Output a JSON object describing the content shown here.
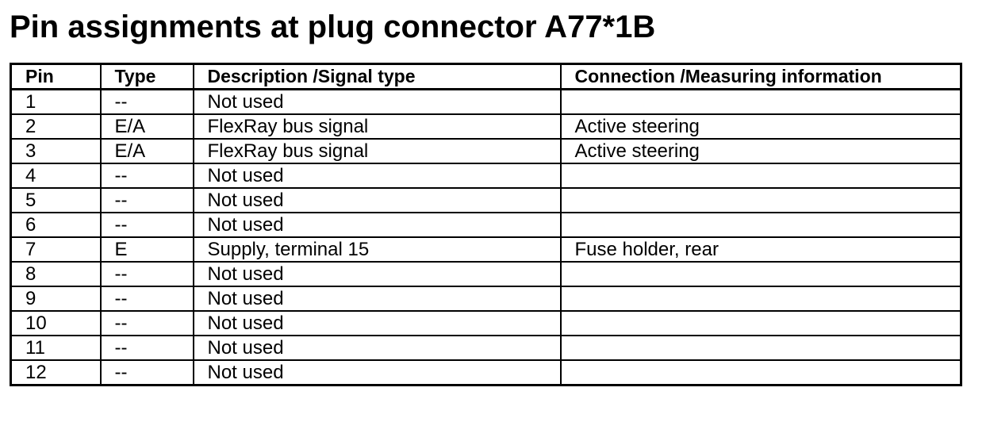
{
  "title": "Pin assignments at plug connector A77*1B",
  "table": {
    "headers": [
      "Pin",
      "Type",
      "Description /Signal type",
      "Connection /Measuring information"
    ],
    "rows": [
      [
        "1",
        "--",
        "Not used",
        ""
      ],
      [
        "2",
        "E/A",
        "FlexRay bus signal",
        "Active steering"
      ],
      [
        "3",
        "E/A",
        "FlexRay bus signal",
        "Active steering"
      ],
      [
        "4",
        "--",
        "Not used",
        ""
      ],
      [
        "5",
        "--",
        "Not used",
        ""
      ],
      [
        "6",
        "--",
        "Not used",
        ""
      ],
      [
        "7",
        "E",
        "Supply, terminal 15",
        "Fuse holder, rear"
      ],
      [
        "8",
        "--",
        "Not used",
        ""
      ],
      [
        "9",
        "--",
        "Not used",
        ""
      ],
      [
        "10",
        "--",
        "Not used",
        ""
      ],
      [
        "11",
        "--",
        "Not used",
        ""
      ],
      [
        "12",
        "--",
        "Not used",
        ""
      ]
    ]
  }
}
